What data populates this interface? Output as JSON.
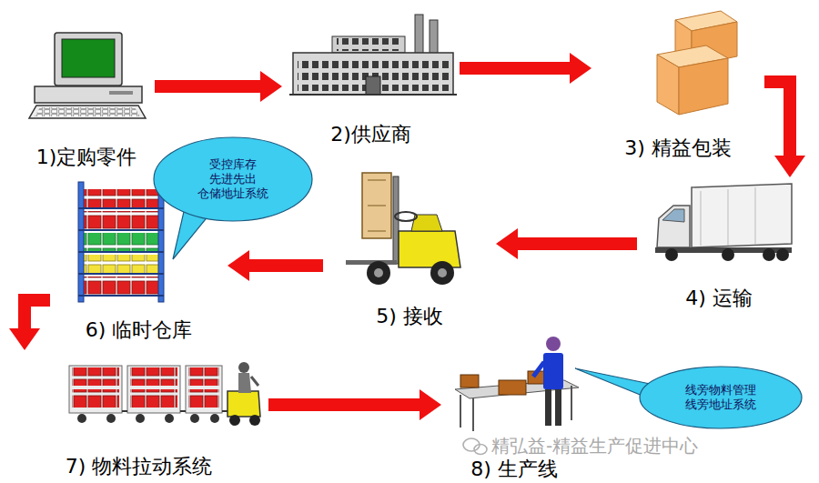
{
  "diagram": {
    "nodes": [
      {
        "text": [
          "1)定购零件"
        ]
      },
      {
        "text": [
          "2)供应商"
        ]
      },
      {
        "text": [
          "3) 精益包装"
        ]
      },
      {
        "text": [
          "4) 运输"
        ]
      },
      {
        "text": [
          "5) 接收"
        ]
      },
      {
        "text": [
          "6) 临时仓库"
        ]
      },
      {
        "text": [
          "7) 物料拉动系统"
        ]
      },
      {
        "text": [
          "8) 生产线"
        ]
      },
      {
        "text": [
          "受控库存",
          "先进先出",
          "仓储地址系统"
        ]
      },
      {
        "text": [
          "线旁物料管理",
          "线旁地址系统"
        ]
      }
    ],
    "edges": [
      {
        "from": 0,
        "to": 1,
        "arrow": "to"
      },
      {
        "from": 1,
        "to": 2,
        "arrow": "to"
      },
      {
        "from": 2,
        "to": 3,
        "arrow": "to"
      },
      {
        "from": 3,
        "to": 4,
        "arrow": "to"
      },
      {
        "from": 4,
        "to": 5,
        "arrow": "to"
      },
      {
        "from": 5,
        "to": 6,
        "arrow": "to"
      },
      {
        "from": 6,
        "to": 7,
        "arrow": "to"
      }
    ],
    "labels": [
      "精弘益-精益生产促进中心"
    ]
  }
}
